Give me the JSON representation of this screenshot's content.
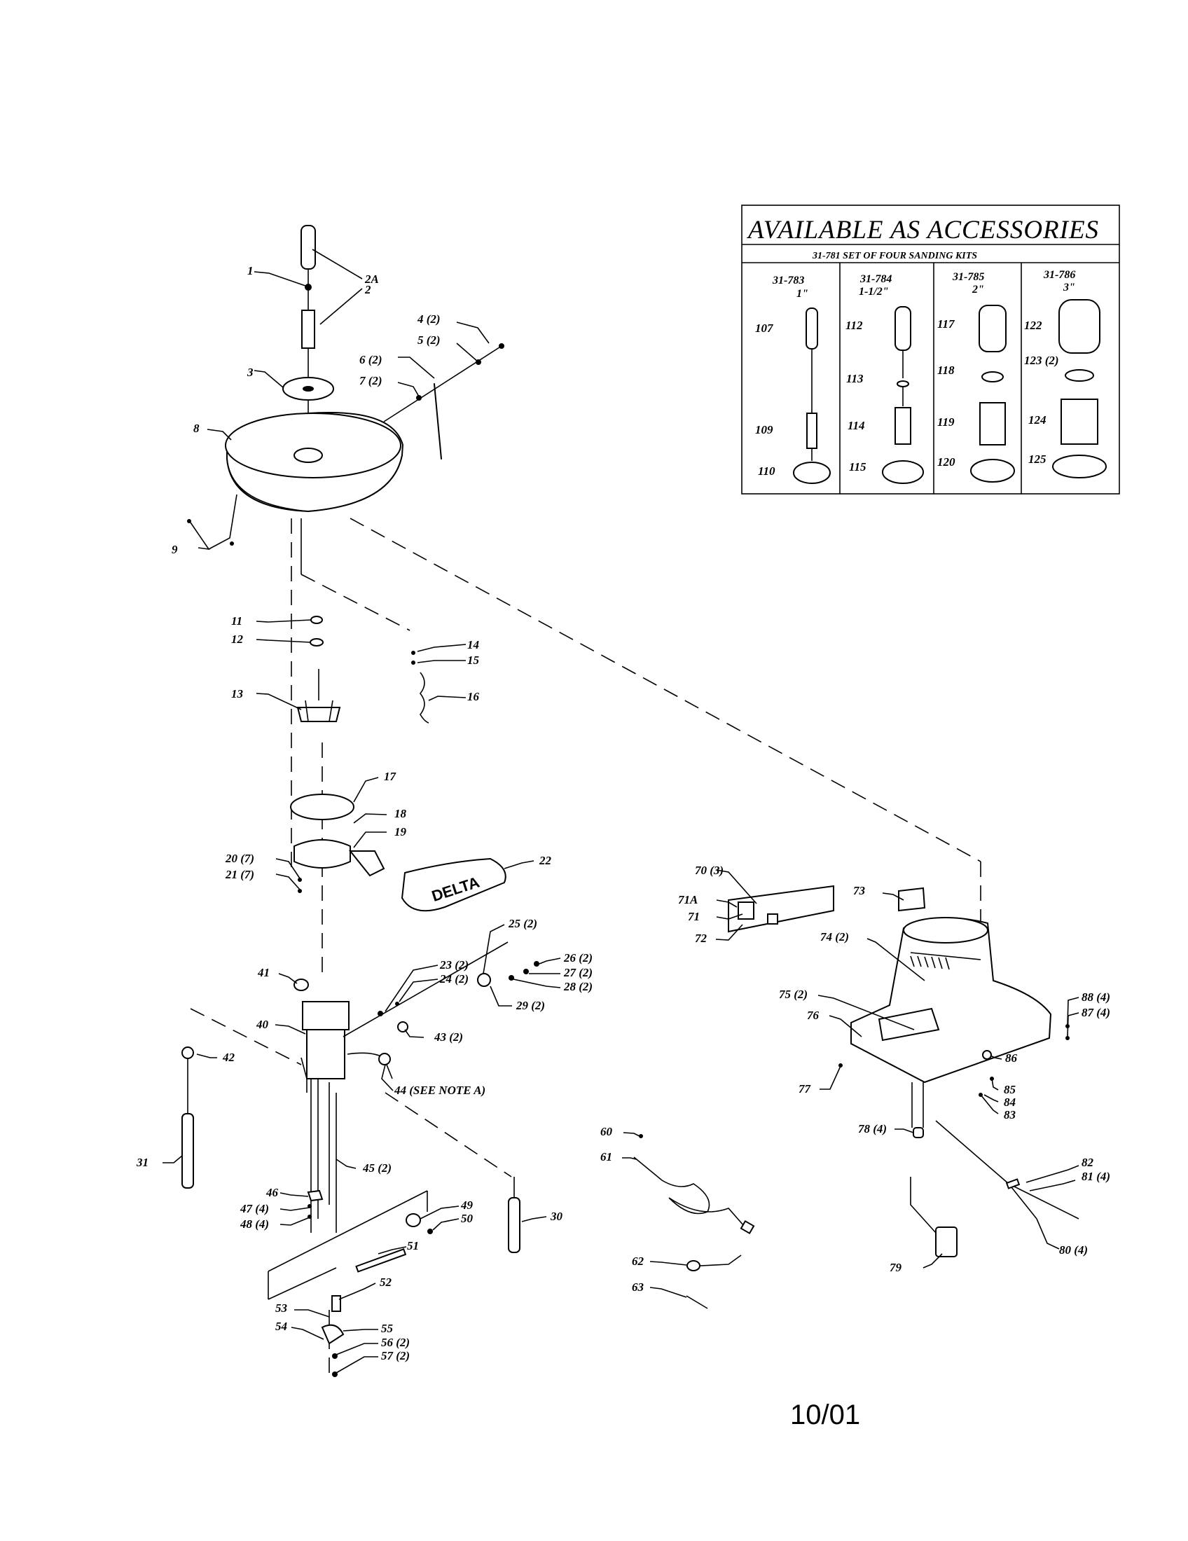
{
  "revision": "10/01",
  "accessories": {
    "title": "AVAILABLE AS ACCESSORIES",
    "subtitle": "31-781 SET OF FOUR SANDING KITS",
    "kits": [
      {
        "model": "31-783",
        "size": "1\"",
        "parts": [
          "107",
          "109",
          "110"
        ]
      },
      {
        "model": "31-784",
        "size": "1-1/2\"",
        "parts": [
          "112",
          "113",
          "114",
          "115"
        ]
      },
      {
        "model": "31-785",
        "size": "2\"",
        "parts": [
          "117",
          "118",
          "119",
          "120"
        ]
      },
      {
        "model": "31-786",
        "size": "3\"",
        "parts": [
          "122",
          "123 (2)",
          "124",
          "125"
        ]
      }
    ]
  },
  "labels": {
    "p1": "1",
    "p2a": "2A",
    "p2": "2",
    "p3": "3",
    "p4": "4 (2)",
    "p5": "5 (2)",
    "p6": "6 (2)",
    "p7": "7 (2)",
    "p8": "8",
    "p9": "9",
    "p11": "11",
    "p12": "12",
    "p13": "13",
    "p14": "14",
    "p15": "15",
    "p16": "16",
    "p17": "17",
    "p18": "18",
    "p19": "19",
    "p20": "20 (7)",
    "p21": "21 (7)",
    "p22": "22",
    "p23": "23 (2)",
    "p24": "24 (2)",
    "p25": "25 (2)",
    "p26": "26 (2)",
    "p27": "27 (2)",
    "p28": "28 (2)",
    "p29": "29 (2)",
    "p30": "30",
    "p31": "31",
    "p40": "40",
    "p41": "41",
    "p42": "42",
    "p43": "43 (2)",
    "p44": "44 (SEE NOTE A)",
    "p45": "45 (2)",
    "p46": "46",
    "p47": "47 (4)",
    "p48": "48 (4)",
    "p49": "49",
    "p50": "50",
    "p51": "51",
    "p52": "52",
    "p53": "53",
    "p54": "54",
    "p55": "55",
    "p56": "56 (2)",
    "p57": "57 (2)",
    "p60": "60",
    "p61": "61",
    "p62": "62",
    "p63": "63",
    "p70": "70 (3)",
    "p71a": "71A",
    "p71": "71",
    "p72": "72",
    "p73": "73",
    "p74": "74 (2)",
    "p75": "75 (2)",
    "p76": "76",
    "p77": "77",
    "p78": "78 (4)",
    "p79": "79",
    "p80": "80 (4)",
    "p81": "81 (4)",
    "p82": "82",
    "p83": "83",
    "p84": "84",
    "p85": "85",
    "p86": "86",
    "p87": "87 (4)",
    "p88": "88 (4)"
  },
  "brand": "DELTA"
}
